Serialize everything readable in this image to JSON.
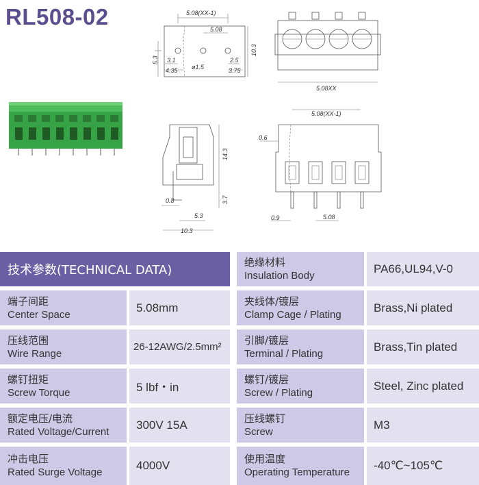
{
  "title": "RL508-02",
  "drawing": {
    "top": {
      "overall": "5.08(XX-1)",
      "pitch": "5.08",
      "h1": "5.3",
      "d1": "3.1",
      "d2": "4.35",
      "hole": "ø1.5",
      "d3": "2.5",
      "d4": "3.75",
      "h2": "10.3"
    },
    "front": {
      "total": "5.08XX"
    },
    "side": {
      "height": "14.3",
      "pin": "3.7",
      "w1": "0.8",
      "w2": "5.3",
      "w3": "10.3"
    },
    "bottom": {
      "overall": "5.08(XX-1)",
      "t": "0.6",
      "pin_w": "0.9",
      "pitch": "5.08"
    }
  },
  "table": {
    "header": "技术参数(TECHNICAL DATA)",
    "left": [
      {
        "cn": "端子间距",
        "en": "Center Space",
        "value": "5.08mm"
      },
      {
        "cn": "压线范围",
        "en": "Wire Range",
        "value": "26-12AWG/2.5mm²"
      },
      {
        "cn": "螺钉扭矩",
        "en": "Screw Torque",
        "value": "5 lbf・in"
      },
      {
        "cn": "额定电压/电流",
        "en": "Rated Voltage/Current",
        "value": "300V 15A"
      },
      {
        "cn": "冲击电压",
        "en": "Rated Surge Voltage",
        "value": "4000V"
      }
    ],
    "right": [
      {
        "cn": "绝缘材料",
        "en": "Insulation Body",
        "value": "PA66,UL94,V-0"
      },
      {
        "cn": "夹线体/镀层",
        "en": "Clamp Cage / Plating",
        "value": "Brass,Ni plated"
      },
      {
        "cn": "引脚/镀层",
        "en": "Terminal / Plating",
        "value": "Brass,Tin plated"
      },
      {
        "cn": "螺钉/镀层",
        "en": "Screw / Plating",
        "value": "Steel, Zinc plated"
      },
      {
        "cn": "压线螺钉",
        "en": "Screw",
        "value": "M3"
      },
      {
        "cn": "使用温度",
        "en": "Operating Temperature",
        "value": "-40℃~105℃"
      }
    ]
  },
  "colors": {
    "title": "#5a4e8f",
    "header": "#6b5fa3",
    "label_bg": "#cdc9e6",
    "value_bg": "#e3e1ef",
    "connector": "#3aa84a"
  }
}
